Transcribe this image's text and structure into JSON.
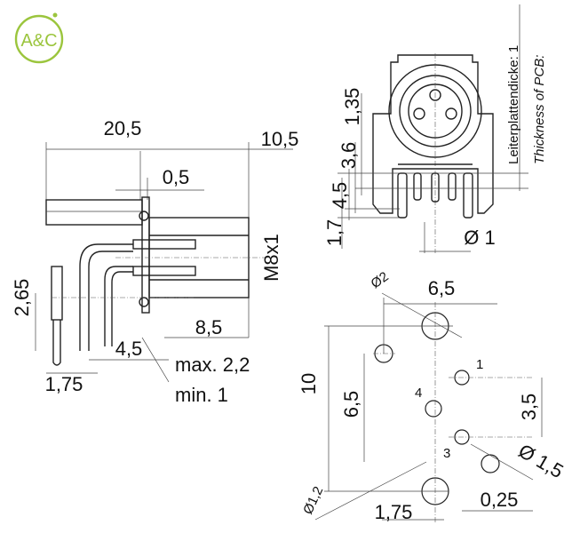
{
  "logo": {
    "text": "A&C",
    "color": "#9bc53d"
  },
  "side_view": {
    "dim_total_length": "20,5",
    "dim_front_length": "10,5",
    "dim_flange": "0,5",
    "thread": "M8x1",
    "dim_height": "2,65",
    "dim_body": "8,5",
    "dim_pin_offset": "4,5",
    "dim_max": "max. 2,2",
    "dim_min": "min. 1",
    "dim_pin_pitch": "1,75"
  },
  "front_view": {
    "dim_a": "1,35",
    "dim_b": "3,6",
    "dim_c": "4,5",
    "dim_d": "1,7",
    "dim_pin_dia": "Ø 1",
    "pcb_label_de": "Leiterplattendicke: 1",
    "pcb_label_en": "Thickness of PCB:"
  },
  "pcb_layout": {
    "dim_hole_big": "Ø2",
    "dim_width": "6,5",
    "dim_height": "10",
    "dim_inner_height": "6,5",
    "pin_1": "1",
    "pin_4": "4",
    "pin_3": "3",
    "dim_pin_spacing": "3,5",
    "dim_hole_mid": "Ø 1,5",
    "dim_hole_small": "Ø1,2",
    "dim_offset": "1,75",
    "dim_small_offset": "0,25"
  }
}
